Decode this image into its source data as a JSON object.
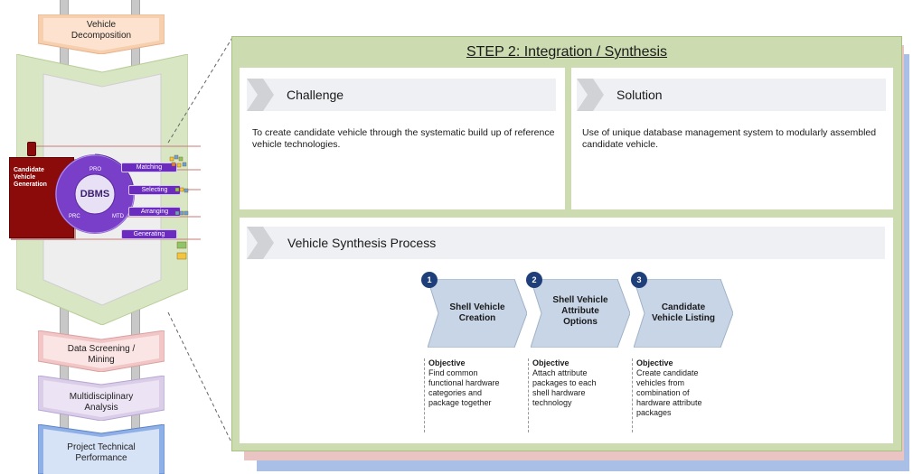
{
  "pipeline": {
    "steps": [
      {
        "label": "Vehicle\nDecomposition",
        "color": "#f6cfae"
      },
      {
        "label": "Data Screening /\nMining",
        "color": "#f2c6c6"
      },
      {
        "label": "Multidisciplinary\nAnalysis",
        "color": "#d9cde8"
      },
      {
        "label": "Project Technical\nPerformance",
        "color": "#b9cdef"
      }
    ],
    "active_color": "#d8e6c4"
  },
  "dbms": {
    "side_label": "Candidate\nVehicle\nGeneration",
    "center": "DBMS",
    "ring_labels": [
      "PRO",
      "PRC",
      "MTD"
    ],
    "modules": [
      "Matching",
      "Selecting",
      "Arranging",
      "Generating"
    ]
  },
  "main": {
    "title": "STEP 2: Integration / Synthesis",
    "challenge": {
      "title": "Challenge",
      "text": "To create candidate vehicle through the systematic build up of reference vehicle technologies."
    },
    "solution": {
      "title": "Solution",
      "text": "Use of unique database management system to modularly assembled candidate vehicle."
    },
    "process": {
      "title": "Vehicle Synthesis Process",
      "steps": [
        {
          "num": "1",
          "label": "Shell Vehicle\nCreation",
          "obj_title": "Objective",
          "obj_text": "Find common\nfunctional hardware\ncategories and\npackage together"
        },
        {
          "num": "2",
          "label": "Shell Vehicle\nAttribute\nOptions",
          "obj_title": "Objective",
          "obj_text": "Attach attribute\npackages to each\nshell hardware\ntechnology"
        },
        {
          "num": "3",
          "label": "Candidate\nVehicle Listing",
          "obj_title": "Objective",
          "obj_text": "Create candidate\nvehicles from\ncombination of\nhardware attribute\npackages"
        }
      ]
    }
  },
  "colors": {
    "frame_green": "#ccdcb0",
    "frame_red": "#eac3c3",
    "frame_blue": "#a9bfe6",
    "arrow_fill": "#c7d5e6",
    "dbms_purple": "#7a3fc9",
    "dark_red": "#8b0a0a"
  }
}
